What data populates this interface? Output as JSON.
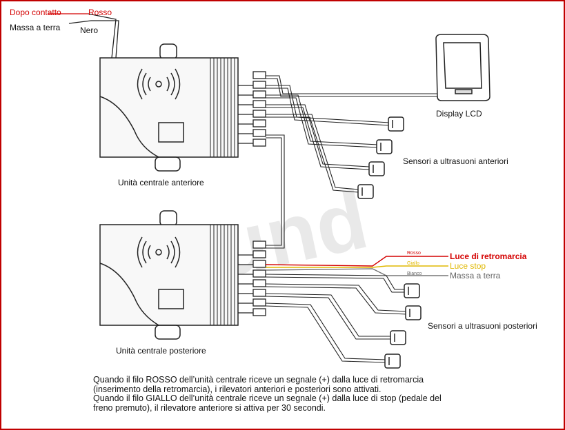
{
  "colors": {
    "frame": "#c00000",
    "red": "#d40000",
    "yellow": "#e0b800",
    "grey": "#666666"
  },
  "labels": {
    "dopo_contatto": "Dopo contatto",
    "rosso_top": "Rosso",
    "massa_top": "Massa a terra",
    "nero": "Nero",
    "display_lcd": "Display LCD",
    "sensori_anteriori": "Sensori a ultrasuoni anteriori",
    "unita_anteriore": "Unità centrale anteriore",
    "unita_posteriore": "Unità centrale posteriore",
    "sensori_posteriori": "Sensori a ultrasuoni posteriori",
    "rosso_small": "Rosso",
    "giallo_small": "Giallo",
    "bianco_small": "Bianco",
    "luce_retromarcia": "Luce di retromarcia",
    "luce_stop": "Luce stop",
    "massa_bottom": "Massa a terra"
  },
  "caption": {
    "line1": "Quando il filo ROSSO dell’unità centrale riceve un segnale (+) dalla luce di retromarcia",
    "line2": "(inserimento della retromarcia), i rilevatori anteriori e posteriori sono attivati.",
    "line3": "Quando il filo GIALLO dell’unità centrale riceve un segnale (+) dalla luce di stop (pedale del",
    "line4": "freno premuto), il rilevatore anteriore si attiva per 30 secondi."
  }
}
